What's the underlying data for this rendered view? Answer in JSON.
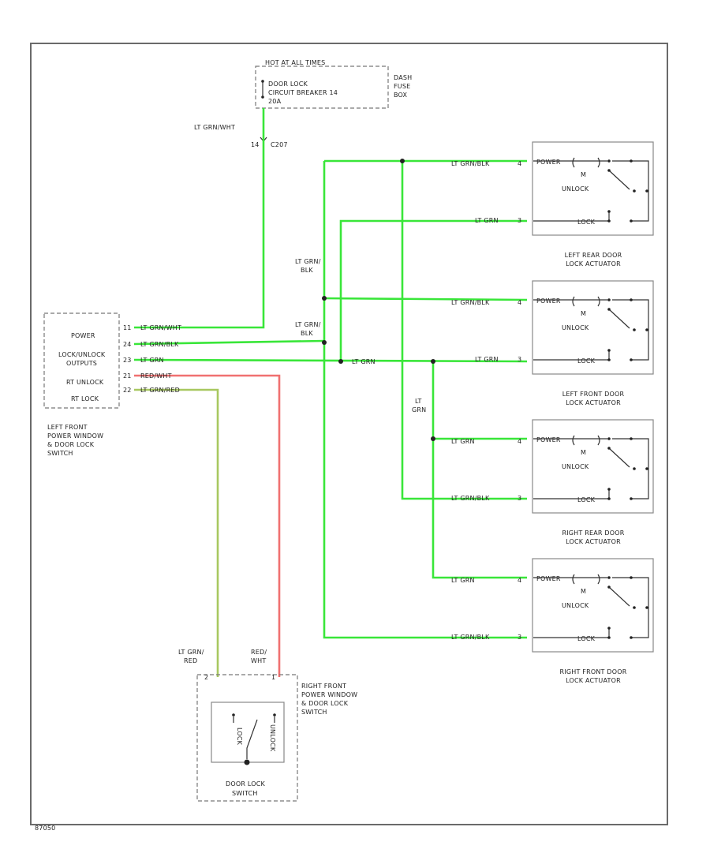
{
  "colors": {
    "green": "#39e639",
    "red": "#f07070",
    "olive": "#a8c860"
  },
  "hot_at_all_times": "HOT AT ALL TIMES",
  "fuse_box": {
    "label_1": "DOOR LOCK",
    "label_2": "CIRCUIT BREAKER 14",
    "label_3": "20A",
    "side_1": "DASH",
    "side_2": "FUSE",
    "side_3": "BOX"
  },
  "feed": {
    "wire": "LT GRN/WHT",
    "pin": "14",
    "connector": "C207"
  },
  "left_switch": {
    "rows": [
      "POWER",
      "LOCK/UNLOCK",
      "OUTPUTS",
      "RT UNLOCK",
      "RT LOCK"
    ],
    "pins": [
      "11",
      "24",
      "23",
      "21",
      "22"
    ],
    "wires": [
      "LT GRN/WHT",
      "LT GRN/BLK",
      "LT GRN",
      "RED/WHT",
      "LT GRN/RED"
    ],
    "caption": [
      "LEFT FRONT",
      "POWER WINDOW",
      "& DOOR LOCK",
      "SWITCH"
    ]
  },
  "bus_labels": {
    "blk_upper": [
      "LT GRN/",
      "BLK"
    ],
    "blk_lower": [
      "LT GRN/",
      "BLK"
    ],
    "grn_mid": "LT GRN",
    "grn_vertical": [
      "LT",
      "GRN"
    ]
  },
  "actuators": [
    {
      "wire_unlock": "LT GRN/BLK",
      "wire_lock": "LT GRN",
      "pin_unlock": "4",
      "pin_lock": "3",
      "caption": [
        "LEFT REAR DOOR",
        "LOCK ACTUATOR"
      ]
    },
    {
      "wire_unlock": "LT GRN/BLK",
      "wire_lock": "LT GRN",
      "pin_unlock": "4",
      "pin_lock": "3",
      "caption": [
        "LEFT FRONT DOOR",
        "LOCK ACTUATOR"
      ]
    },
    {
      "wire_unlock": "LT GRN",
      "wire_lock": "LT GRN/BLK",
      "pin_unlock": "4",
      "pin_lock": "3",
      "caption": [
        "RIGHT REAR DOOR",
        "LOCK ACTUATOR"
      ]
    },
    {
      "wire_unlock": "LT GRN",
      "wire_lock": "LT GRN/BLK",
      "pin_unlock": "4",
      "pin_lock": "3",
      "caption": [
        "RIGHT FRONT DOOR",
        "LOCK ACTUATOR"
      ]
    }
  ],
  "actuator_labels": {
    "motor": "M",
    "unlock": "UNLOCK",
    "lock": "LOCK",
    "power": "POWER"
  },
  "right_switch": {
    "wire_left": [
      "LT GRN/",
      "RED"
    ],
    "wire_right": [
      "RED/",
      "WHT"
    ],
    "pin_left": "2",
    "pin_right": "1",
    "lock": "LOCK",
    "unlock": "UNLOCK",
    "caption": [
      "RIGHT FRONT",
      "POWER WINDOW",
      "& DOOR LOCK",
      "SWITCH"
    ],
    "door_lock_switch": [
      "DOOR LOCK",
      "SWITCH"
    ]
  },
  "figure_id": "87050"
}
